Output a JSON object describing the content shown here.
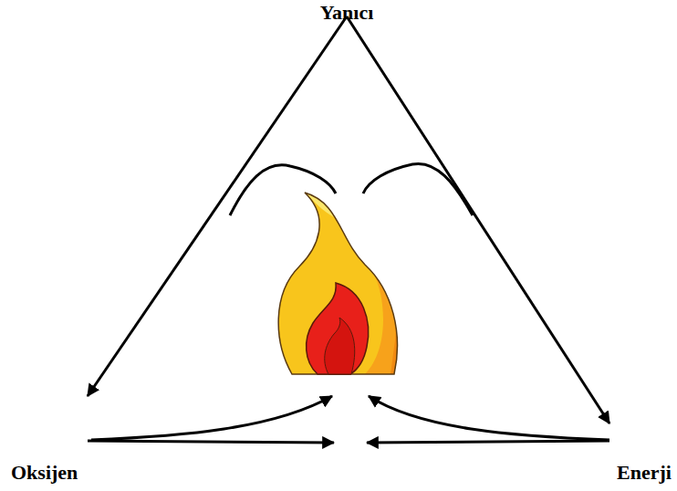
{
  "diagram": {
    "labels": [
      "Yanıcı",
      "Oksijen",
      "Enerji"
    ]
  }
}
